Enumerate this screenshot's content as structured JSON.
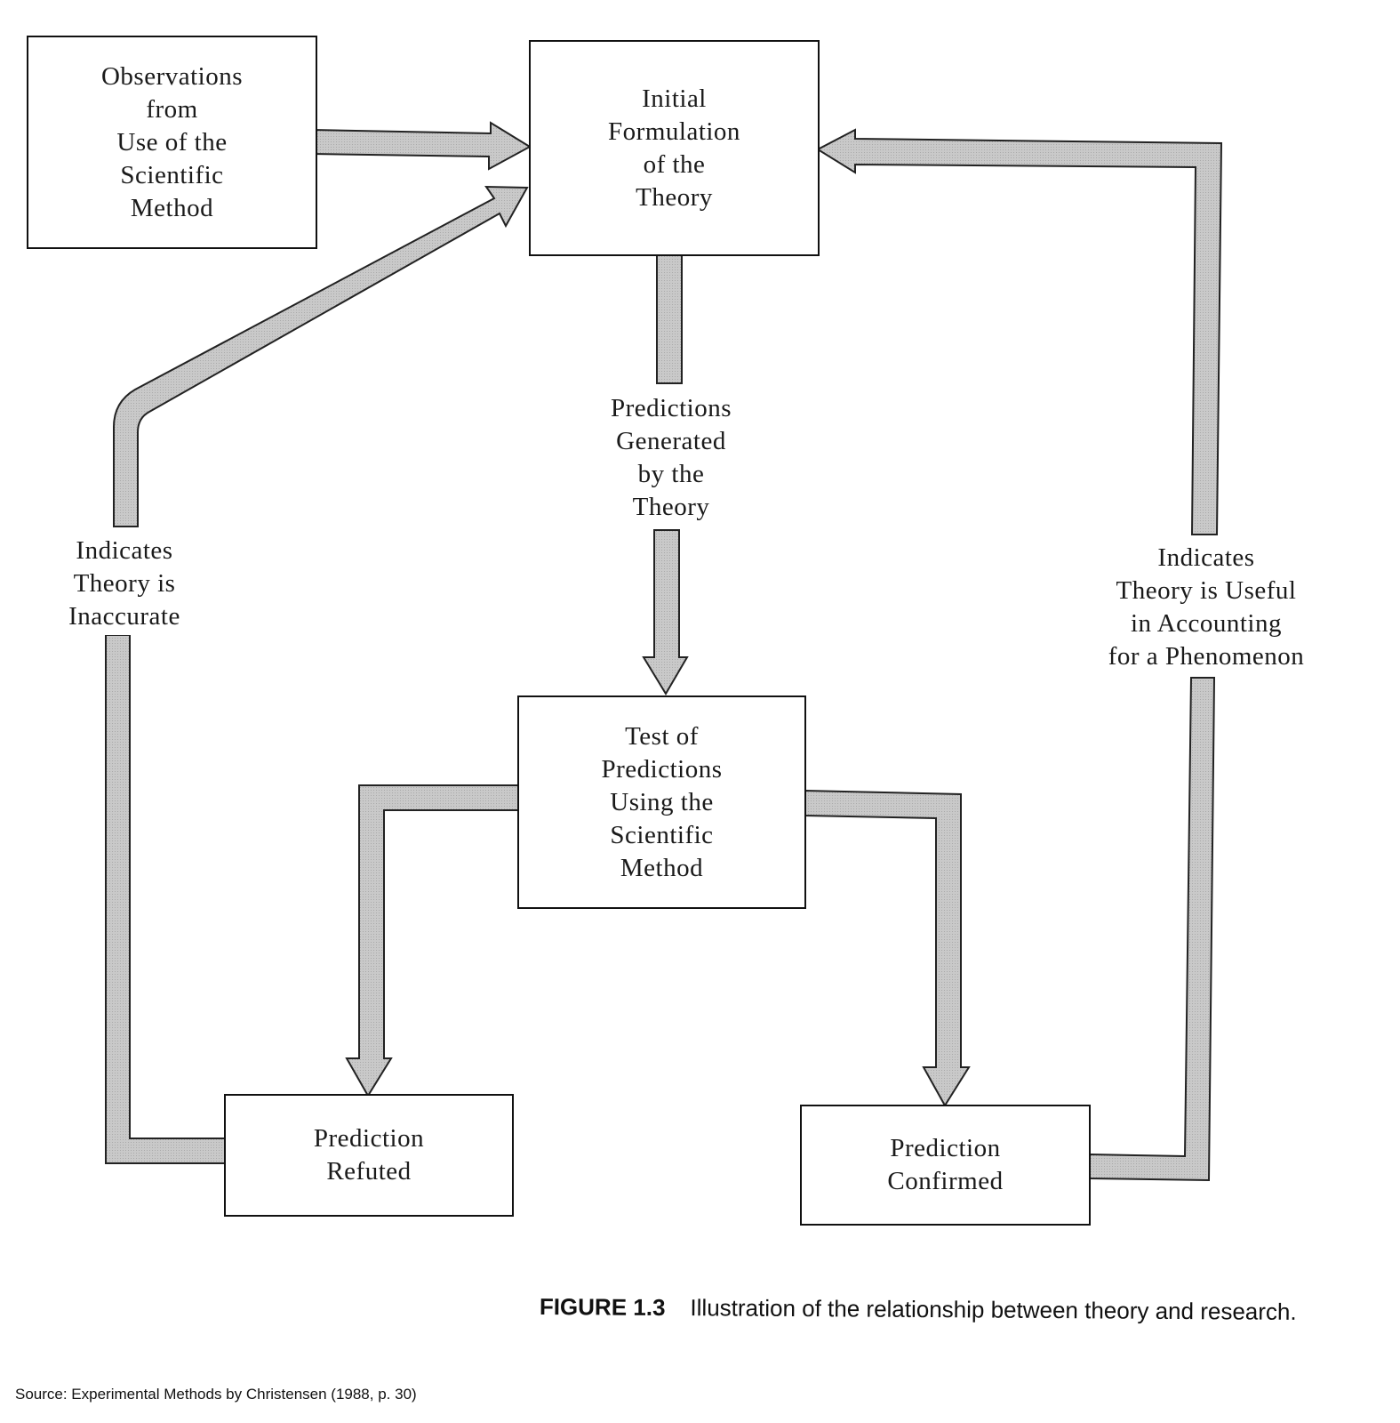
{
  "diagram": {
    "nodes": {
      "observations": "Observations\nfrom\nUse of the\nScientific\nMethod",
      "initial_formulation": "Initial\nFormulation\nof the\nTheory",
      "test_of_predictions": "Test of\nPredictions\nUsing the\nScientific\nMethod",
      "prediction_refuted": "Prediction\nRefuted",
      "prediction_confirmed": "Prediction\nConfirmed"
    },
    "edge_labels": {
      "predictions_generated": "Predictions\nGenerated\nby the\nTheory",
      "theory_inaccurate": "Indicates\nTheory is\nInaccurate",
      "theory_useful": "Indicates\nTheory is Useful\nin Accounting\nfor a Phenomenon"
    },
    "arrow_fill_color": "#c8c8c8",
    "arrow_stroke_color": "#222222"
  },
  "caption": {
    "figure_number": "FIGURE 1.3",
    "text": "Illustration of the relationship between theory and research."
  },
  "source": "Source: Experimental Methods by Christensen (1988, p. 30)"
}
